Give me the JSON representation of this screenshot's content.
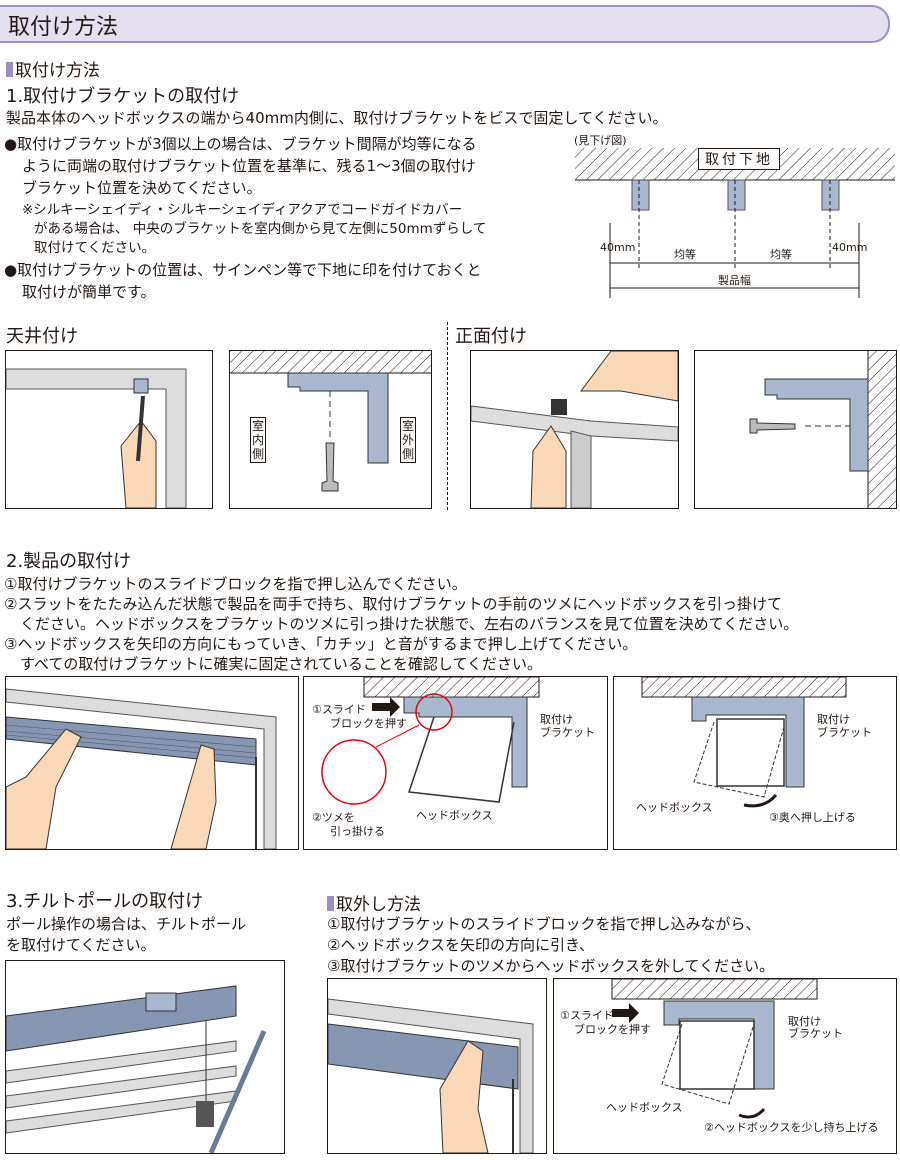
{
  "header": {
    "title": "取付け方法"
  },
  "section_install": {
    "title": "取付け方法"
  },
  "step1": {
    "title": "1.取付けブラケットの取付け",
    "intro": "製品本体のヘッドボックスの端から40mm内側に、取付けブラケットをビスで固定してください。",
    "bullet1": [
      "●取付けブラケットが3個以上の場合は、ブラケット間隔が均等になる",
      "ように両端の取付けブラケット位置を基準に、残る1～3個の取付け",
      "ブラケット位置を決めてください。"
    ],
    "note": [
      "※シルキーシェイディ・シルキーシェイディアクアでコードガイドカバー",
      "がある場合は、 中央のブラケットを室内側から見て左側に50mmずらして",
      "取付けてください。"
    ],
    "bullet2": [
      "●取付けブラケットの位置は、サインペン等で下地に印を付けておくと",
      "取付けが簡単です。"
    ],
    "diagram": {
      "caption": "(見下げ図)",
      "base_label": "取付下地",
      "left_margin": "40mm",
      "gap1": "均等",
      "gap2": "均等",
      "right_margin": "40mm",
      "width_label": "製品幅"
    },
    "ceiling": {
      "title": "天井付け",
      "indoor": "室内側",
      "outdoor": "室外側"
    },
    "front": {
      "title": "正面付け"
    }
  },
  "step2": {
    "title": "2.製品の取付け",
    "lines": [
      "①取付けブラケットのスライドブロックを指で押し込んでください。",
      "②スラットをたたみ込んだ状態で製品を両手で持ち、取付けブラケットの手前のツメにヘッドボックスを引っ掛けて",
      "ください。ヘッドボックスをブラケットのツメに引っ掛けた状態で、左右のバランスを見て位置を決めてください。",
      "③ヘッドボックスを矢印の方向にもっていき、「カチッ」と音がするまで押し上げてください。",
      "すべての取付けブラケットに確実に固定されていることを確認してください。"
    ],
    "fig2": {
      "slide1": "①スライド",
      "slide2": "ブロックを押す",
      "hook1": "②ツメを",
      "hook2": "引っ掛ける",
      "headbox": "ヘッドボックス",
      "bracket1": "取付け",
      "bracket2": "ブラケット"
    },
    "fig3": {
      "headbox": "ヘッドボックス",
      "push": "③奥へ押し上げる",
      "bracket1": "取付け",
      "bracket2": "ブラケット"
    }
  },
  "step3": {
    "title": "3.チルトポールの取付け",
    "lines": [
      "ポール操作の場合は、チルトポール",
      "を取付けてください。"
    ]
  },
  "removal": {
    "title": "取外し方法",
    "lines": [
      "①取付けブラケットのスライドブロックを指で押し込みながら、",
      "②ヘッドボックスを矢印の方向に引き、",
      "③取付けブラケットのツメからヘッドボックスを外してください。"
    ],
    "fig": {
      "slide1": "①スライド",
      "slide2": "ブロックを押す",
      "headbox": "ヘッドボックス",
      "lift": "②ヘッドボックスを少し持ち上げる",
      "bracket1": "取付け",
      "bracket2": "ブラケット"
    }
  },
  "colors": {
    "accent": "#9b8fc6",
    "header_bg": "#e4e0f0",
    "bracket": "#a9b7cf",
    "skin": "#fbd9b8",
    "red": "#e60012"
  }
}
